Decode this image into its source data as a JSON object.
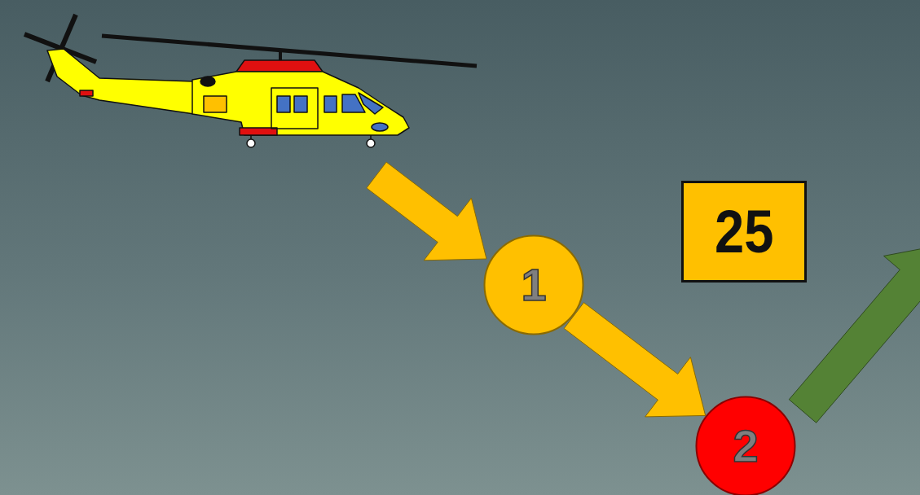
{
  "diagram": {
    "nodes": [
      {
        "text": [
          "1"
        ]
      },
      {
        "text": [
          "25"
        ]
      },
      {
        "text": [
          "2"
        ]
      }
    ],
    "edges": [
      {
        "from": 0,
        "to": 2,
        "arrow": "to"
      }
    ]
  }
}
